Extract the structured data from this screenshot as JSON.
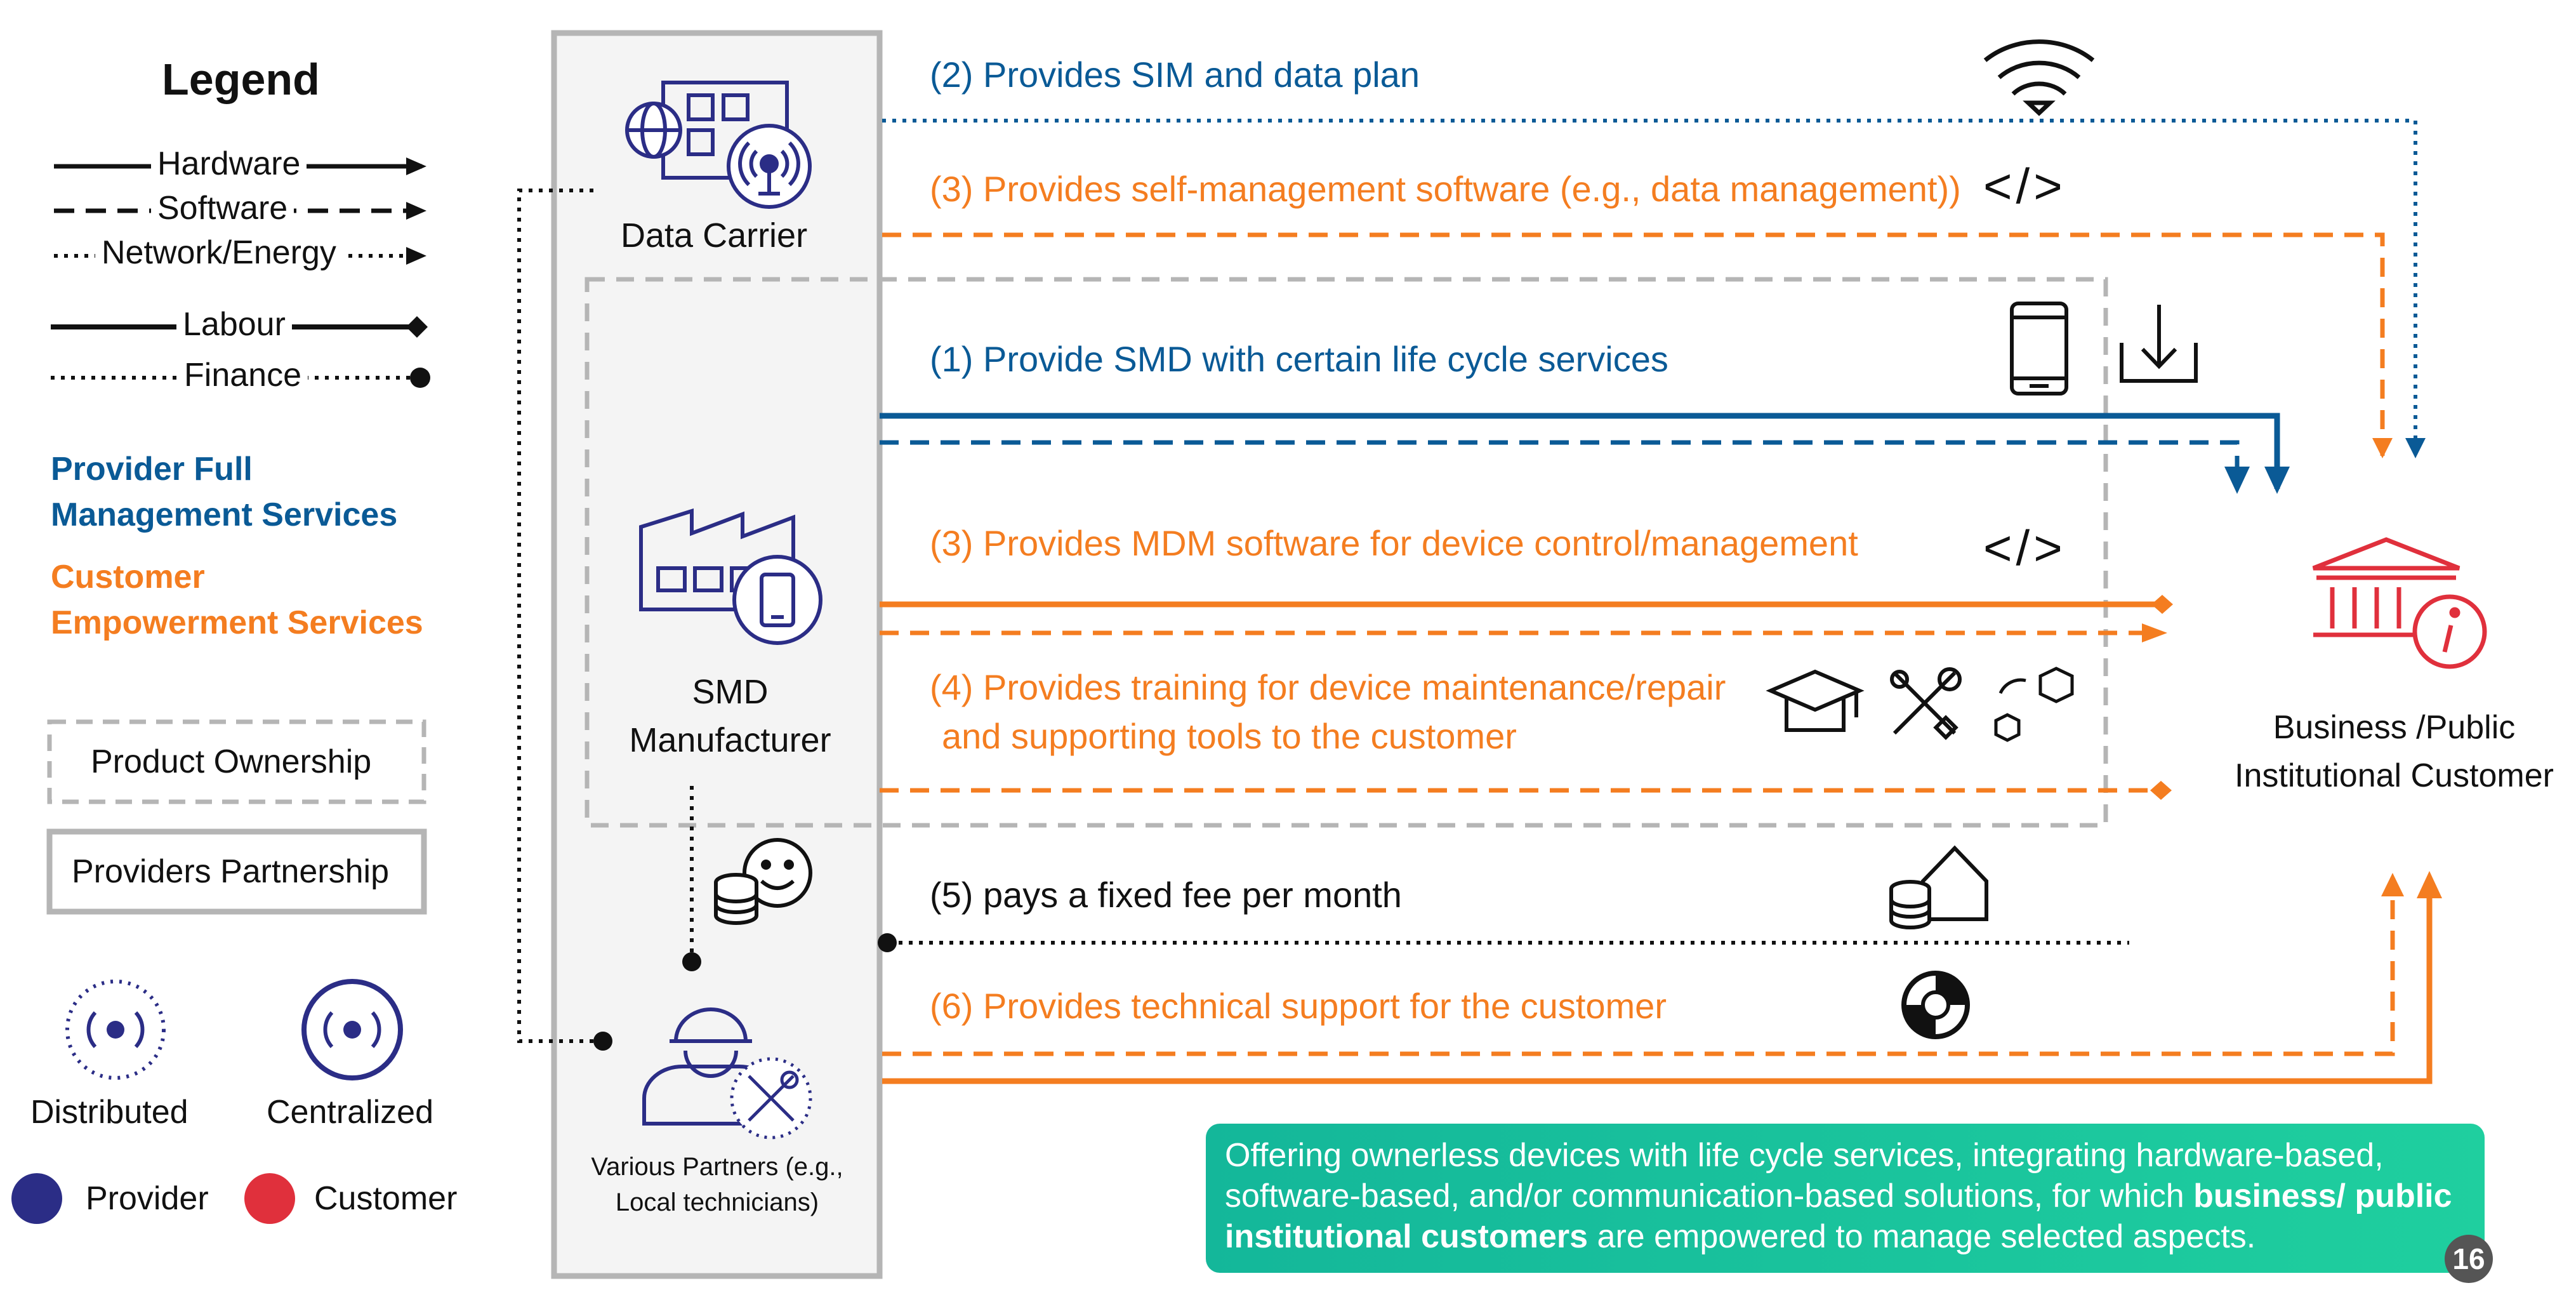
{
  "legend": {
    "title": "Legend",
    "hardware": "Hardware",
    "software": "Software",
    "network_energy": "Network/Energy",
    "labour": "Labour",
    "finance": "Finance",
    "provider_full": "Provider Full\nManagement Services",
    "customer_empowerment": "Customer\nEmpowerment Services",
    "product_ownership": "Product Ownership",
    "providers_partnership": "Providers Partnership",
    "distributed": "Distributed",
    "centralized": "Centralized",
    "provider": "Provider",
    "customer": "Customer"
  },
  "actors": {
    "data_carrier": "Data Carrier",
    "smd_manufacturer": "SMD\nManufacturer",
    "various_partners": "Various Partners (e.g.,\nLocal technicians)",
    "customer": "Business /Public\nInstitutional Customer"
  },
  "flows": {
    "f2": "(2) Provides SIM and data plan",
    "f3a": "(3) Provides self-management software (e.g., data management))",
    "f1": "(1) Provide SMD with certain life cycle services",
    "f3b": "(3) Provides MDM software for device control/management",
    "f4a": "(4) Provides training for device maintenance/repair",
    "f4b": "and supporting tools to the customer",
    "f5": "(5) pays a fixed fee per month",
    "f6": "(6) Provides technical support for the customer"
  },
  "code_glyph": "</>",
  "callout": {
    "text_before": "Offering ownerless devices with life cycle services, integrating hardware-based, software-based, and/or communication-based solutions, for which ",
    "text_bold": "business/ public institutional customers",
    "text_after": " are empowered to manage selected aspects."
  },
  "page_number": "16",
  "colors": {
    "blue": "#0a5a96",
    "orange": "#f47d20",
    "navy": "#2b2d86",
    "red": "#e0303c",
    "gray_box": "#b5b5b5",
    "callout": "#1cc39d"
  },
  "icons": [
    "wifi-icon",
    "code-icon",
    "smartphone-icon",
    "download-icon",
    "building-globe-icon",
    "broadcast-icon",
    "factory-icon",
    "graduation-cap-icon",
    "tools-icon",
    "box-icon",
    "coins-smile-icon",
    "coins-house-icon",
    "lifebuoy-icon",
    "worker-icon",
    "bank-info-icon"
  ]
}
